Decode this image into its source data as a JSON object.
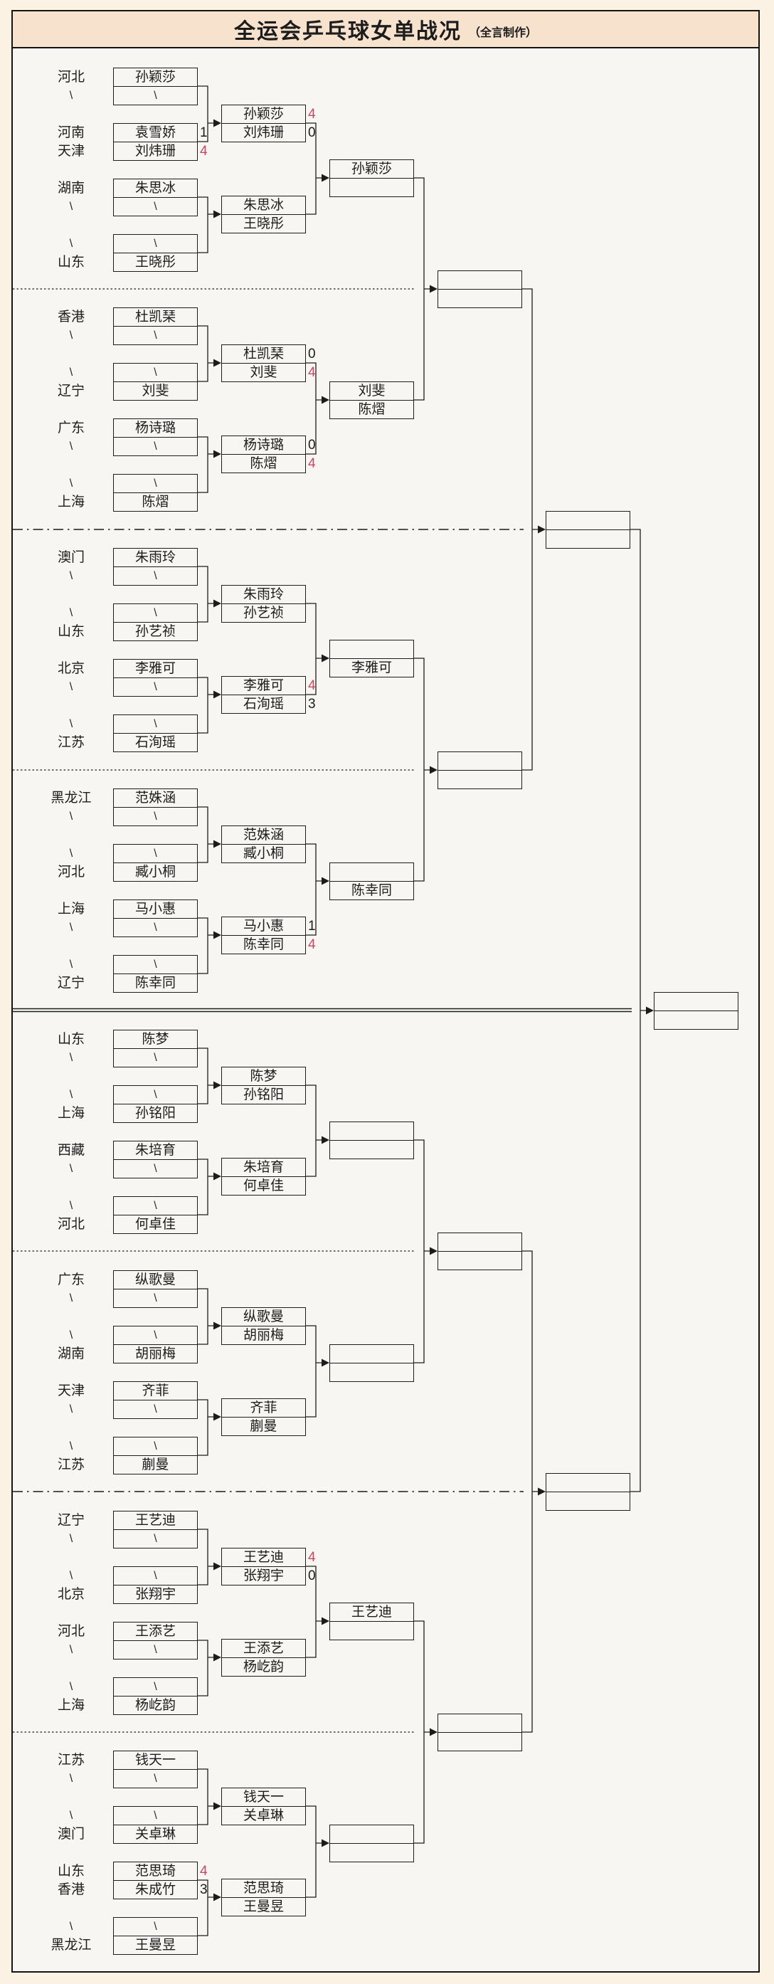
{
  "title": {
    "main": "全运会乒乓球女单战况",
    "credit": "（全言制作）"
  },
  "colors": {
    "accent_red": "#bf4d62",
    "ink": "#1c1c1c",
    "title_bg": "#f7e2ce",
    "page_bg": "#fbf2e3",
    "board_bg": "#f7f6f3"
  },
  "sections": [
    {
      "rows": [
        {
          "label": "河北",
          "box": "孙颖莎",
          "score": "",
          "red": false
        },
        {
          "label": "\\",
          "box": "\\",
          "score": "",
          "red": false
        },
        {
          "label": "河南",
          "box": "袁雪娇",
          "score": "1",
          "red": false
        },
        {
          "label": "天津",
          "box": "刘炜珊",
          "score": "4",
          "red": true
        },
        {
          "label": "湖南",
          "box": "朱思冰",
          "score": "",
          "red": false
        },
        {
          "label": "\\",
          "box": "\\",
          "score": "",
          "red": false
        },
        {
          "label": "\\",
          "box": "\\",
          "score": "",
          "red": false
        },
        {
          "label": "山东",
          "box": "王晓彤",
          "score": "",
          "red": false
        }
      ],
      "round2": [
        {
          "top": {
            "name": "孙颖莎",
            "score": "4",
            "red": true
          },
          "bottom": {
            "name": "刘炜珊",
            "score": "0",
            "red": false
          }
        },
        {
          "top": {
            "name": "朱思冰",
            "score": "",
            "red": false
          },
          "bottom": {
            "name": "王晓彤",
            "score": "",
            "red": false
          }
        }
      ],
      "round3": {
        "top": "孙颖莎",
        "bottom": ""
      }
    },
    {
      "rows": [
        {
          "label": "香港",
          "box": "杜凯琹",
          "score": "",
          "red": false
        },
        {
          "label": "\\",
          "box": "\\",
          "score": "",
          "red": false
        },
        {
          "label": "\\",
          "box": "\\",
          "score": "",
          "red": false
        },
        {
          "label": "辽宁",
          "box": "刘斐",
          "score": "",
          "red": false
        },
        {
          "label": "广东",
          "box": "杨诗璐",
          "score": "",
          "red": false
        },
        {
          "label": "\\",
          "box": "\\",
          "score": "",
          "red": false
        },
        {
          "label": "\\",
          "box": "\\",
          "score": "",
          "red": false
        },
        {
          "label": "上海",
          "box": "陈熠",
          "score": "",
          "red": false
        }
      ],
      "round2": [
        {
          "top": {
            "name": "杜凯琹",
            "score": "0",
            "red": false
          },
          "bottom": {
            "name": "刘斐",
            "score": "4",
            "red": true
          }
        },
        {
          "top": {
            "name": "杨诗璐",
            "score": "0",
            "red": false
          },
          "bottom": {
            "name": "陈熠",
            "score": "4",
            "red": true
          }
        }
      ],
      "round3": {
        "top": "刘斐",
        "bottom": "陈熠"
      }
    },
    {
      "rows": [
        {
          "label": "澳门",
          "box": "朱雨玲",
          "score": "",
          "red": false
        },
        {
          "label": "\\",
          "box": "\\",
          "score": "",
          "red": false
        },
        {
          "label": "\\",
          "box": "\\",
          "score": "",
          "red": false
        },
        {
          "label": "山东",
          "box": "孙艺祯",
          "score": "",
          "red": false
        },
        {
          "label": "北京",
          "box": "李雅可",
          "score": "",
          "red": false
        },
        {
          "label": "\\",
          "box": "\\",
          "score": "",
          "red": false
        },
        {
          "label": "\\",
          "box": "\\",
          "score": "",
          "red": false
        },
        {
          "label": "江苏",
          "box": "石洵瑶",
          "score": "",
          "red": false
        }
      ],
      "round2": [
        {
          "top": {
            "name": "朱雨玲",
            "score": "",
            "red": false
          },
          "bottom": {
            "name": "孙艺祯",
            "score": "",
            "red": false
          }
        },
        {
          "top": {
            "name": "李雅可",
            "score": "4",
            "red": true
          },
          "bottom": {
            "name": "石洵瑶",
            "score": "3",
            "red": false
          }
        }
      ],
      "round3": {
        "top": "",
        "bottom": "李雅可"
      }
    },
    {
      "rows": [
        {
          "label": "黑龙江",
          "box": "范姝涵",
          "score": "",
          "red": false
        },
        {
          "label": "\\",
          "box": "\\",
          "score": "",
          "red": false
        },
        {
          "label": "\\",
          "box": "\\",
          "score": "",
          "red": false
        },
        {
          "label": "河北",
          "box": "臧小桐",
          "score": "",
          "red": false
        },
        {
          "label": "上海",
          "box": "马小惠",
          "score": "",
          "red": false
        },
        {
          "label": "\\",
          "box": "\\",
          "score": "",
          "red": false
        },
        {
          "label": "\\",
          "box": "\\",
          "score": "",
          "red": false
        },
        {
          "label": "辽宁",
          "box": "陈幸同",
          "score": "",
          "red": false
        }
      ],
      "round2": [
        {
          "top": {
            "name": "范姝涵",
            "score": "",
            "red": false
          },
          "bottom": {
            "name": "臧小桐",
            "score": "",
            "red": false
          }
        },
        {
          "top": {
            "name": "马小惠",
            "score": "1",
            "red": false
          },
          "bottom": {
            "name": "陈幸同",
            "score": "4",
            "red": true
          }
        }
      ],
      "round3": {
        "top": "",
        "bottom": "陈幸同"
      }
    },
    {
      "rows": [
        {
          "label": "山东",
          "box": "陈梦",
          "score": "",
          "red": false
        },
        {
          "label": "\\",
          "box": "\\",
          "score": "",
          "red": false
        },
        {
          "label": "\\",
          "box": "\\",
          "score": "",
          "red": false
        },
        {
          "label": "上海",
          "box": "孙铭阳",
          "score": "",
          "red": false
        },
        {
          "label": "西藏",
          "box": "朱培育",
          "score": "",
          "red": false
        },
        {
          "label": "\\",
          "box": "\\",
          "score": "",
          "red": false
        },
        {
          "label": "\\",
          "box": "\\",
          "score": "",
          "red": false
        },
        {
          "label": "河北",
          "box": "何卓佳",
          "score": "",
          "red": false
        }
      ],
      "round2": [
        {
          "top": {
            "name": "陈梦",
            "score": "",
            "red": false
          },
          "bottom": {
            "name": "孙铭阳",
            "score": "",
            "red": false
          }
        },
        {
          "top": {
            "name": "朱培育",
            "score": "",
            "red": false
          },
          "bottom": {
            "name": "何卓佳",
            "score": "",
            "red": false
          }
        }
      ],
      "round3": {
        "top": "",
        "bottom": ""
      }
    },
    {
      "rows": [
        {
          "label": "广东",
          "box": "纵歌曼",
          "score": "",
          "red": false
        },
        {
          "label": "\\",
          "box": "\\",
          "score": "",
          "red": false
        },
        {
          "label": "\\",
          "box": "\\",
          "score": "",
          "red": false
        },
        {
          "label": "湖南",
          "box": "胡丽梅",
          "score": "",
          "red": false
        },
        {
          "label": "天津",
          "box": "齐菲",
          "score": "",
          "red": false
        },
        {
          "label": "\\",
          "box": "\\",
          "score": "",
          "red": false
        },
        {
          "label": "\\",
          "box": "\\",
          "score": "",
          "red": false
        },
        {
          "label": "江苏",
          "box": "蒯曼",
          "score": "",
          "red": false
        }
      ],
      "round2": [
        {
          "top": {
            "name": "纵歌曼",
            "score": "",
            "red": false
          },
          "bottom": {
            "name": "胡丽梅",
            "score": "",
            "red": false
          }
        },
        {
          "top": {
            "name": "齐菲",
            "score": "",
            "red": false
          },
          "bottom": {
            "name": "蒯曼",
            "score": "",
            "red": false
          }
        }
      ],
      "round3": {
        "top": "",
        "bottom": ""
      }
    },
    {
      "rows": [
        {
          "label": "辽宁",
          "box": "王艺迪",
          "score": "",
          "red": false
        },
        {
          "label": "\\",
          "box": "\\",
          "score": "",
          "red": false
        },
        {
          "label": "\\",
          "box": "\\",
          "score": "",
          "red": false
        },
        {
          "label": "北京",
          "box": "张翔宇",
          "score": "",
          "red": false
        },
        {
          "label": "河北",
          "box": "王添艺",
          "score": "",
          "red": false
        },
        {
          "label": "\\",
          "box": "\\",
          "score": "",
          "red": false
        },
        {
          "label": "\\",
          "box": "\\",
          "score": "",
          "red": false
        },
        {
          "label": "上海",
          "box": "杨屹韵",
          "score": "",
          "red": false
        }
      ],
      "round2": [
        {
          "top": {
            "name": "王艺迪",
            "score": "4",
            "red": true
          },
          "bottom": {
            "name": "张翔宇",
            "score": "0",
            "red": false
          }
        },
        {
          "top": {
            "name": "王添艺",
            "score": "",
            "red": false
          },
          "bottom": {
            "name": "杨屹韵",
            "score": "",
            "red": false
          }
        }
      ],
      "round3": {
        "top": "王艺迪",
        "bottom": ""
      }
    },
    {
      "rows": [
        {
          "label": "江苏",
          "box": "钱天一",
          "score": "",
          "red": false
        },
        {
          "label": "\\",
          "box": "\\",
          "score": "",
          "red": false
        },
        {
          "label": "\\",
          "box": "\\",
          "score": "",
          "red": false
        },
        {
          "label": "澳门",
          "box": "关卓琳",
          "score": "",
          "red": false
        },
        {
          "label": "山东",
          "box": "范思琦",
          "score": "4",
          "red": true
        },
        {
          "label": "香港",
          "box": "朱成竹",
          "score": "3",
          "red": false
        },
        {
          "label": "\\",
          "box": "\\",
          "score": "",
          "red": false
        },
        {
          "label": "黑龙江",
          "box": "王曼昱",
          "score": "",
          "red": false
        }
      ],
      "round2": [
        {
          "top": {
            "name": "钱天一",
            "score": "",
            "red": false
          },
          "bottom": {
            "name": "关卓琳",
            "score": "",
            "red": false
          }
        },
        {
          "top": {
            "name": "范思琦",
            "score": "",
            "red": false
          },
          "bottom": {
            "name": "王曼昱",
            "score": "",
            "red": false
          }
        }
      ],
      "round3": {
        "top": "",
        "bottom": ""
      }
    }
  ],
  "quarterfinals": [
    {
      "top": "",
      "bottom": ""
    },
    {
      "top": "",
      "bottom": ""
    },
    {
      "top": "",
      "bottom": ""
    },
    {
      "top": "",
      "bottom": ""
    }
  ],
  "semifinals": [
    {
      "top": "",
      "bottom": ""
    },
    {
      "top": "",
      "bottom": ""
    }
  ],
  "final": {
    "top": "",
    "bottom": ""
  }
}
